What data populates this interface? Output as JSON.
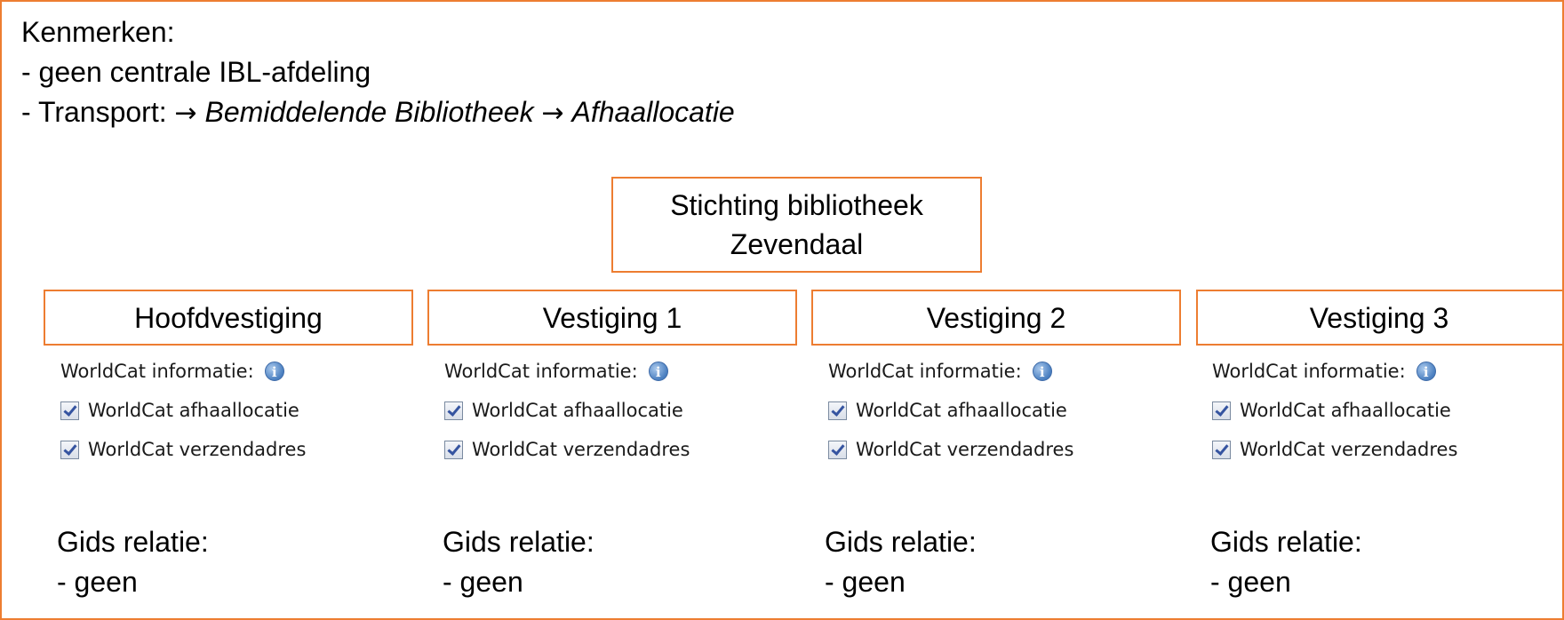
{
  "header": {
    "title": "Kenmerken:",
    "line1": "- geen centrale IBL-afdeling",
    "line2_prefix": "- Transport: ",
    "arrow": "→",
    "line2_item1": "Bemiddelende Bibliotheek",
    "line2_item2": "Afhaallocatie"
  },
  "organization": {
    "name_line1": "Stichting bibliotheek",
    "name_line2": "Zevendaal"
  },
  "branches": [
    {
      "name": "Hoofdvestiging",
      "worldcat_label": "WorldCat informatie:",
      "option1": "WorldCat afhaallocatie",
      "option2": "WorldCat verzendadres",
      "option1_checked": true,
      "option2_checked": true,
      "gids_label": "Gids relatie:",
      "gids_value": "- geen"
    },
    {
      "name": "Vestiging 1",
      "worldcat_label": "WorldCat informatie:",
      "option1": "WorldCat afhaallocatie",
      "option2": "WorldCat verzendadres",
      "option1_checked": true,
      "option2_checked": true,
      "gids_label": "Gids relatie:",
      "gids_value": "- geen"
    },
    {
      "name": "Vestiging 2",
      "worldcat_label": "WorldCat informatie:",
      "option1": "WorldCat afhaallocatie",
      "option2": "WorldCat verzendadres",
      "option1_checked": true,
      "option2_checked": true,
      "gids_label": "Gids relatie:",
      "gids_value": "- geen"
    },
    {
      "name": "Vestiging 3",
      "worldcat_label": "WorldCat informatie:",
      "option1": "WorldCat afhaallocatie",
      "option2": "WorldCat verzendadres",
      "option1_checked": true,
      "option2_checked": true,
      "gids_label": "Gids relatie:",
      "gids_value": "- geen"
    }
  ],
  "colors": {
    "accent": "#ED7D31",
    "info_icon": "#4A7FC0",
    "checkmark": "#3554A0"
  },
  "icons": {
    "info": "info-icon",
    "checkbox": "checkbox-checked-icon"
  }
}
